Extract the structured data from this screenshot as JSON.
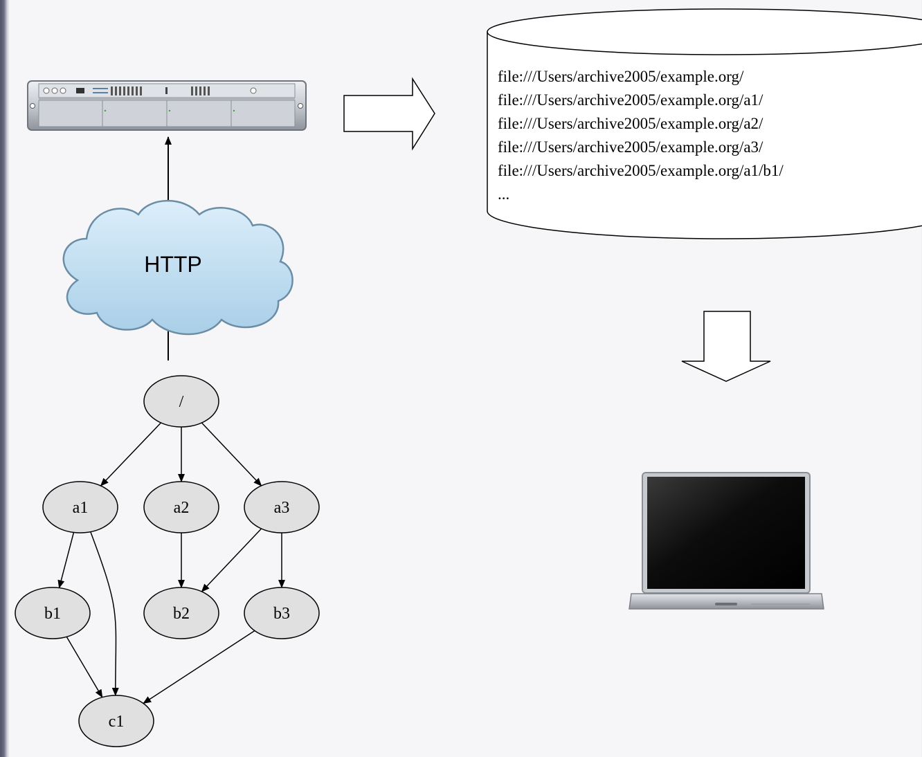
{
  "cloud_label": "HTTP",
  "archive_lines": [
    "file:///Users/archive2005/example.org/",
    "file:///Users/archive2005/example.org/a1/",
    "file:///Users/archive2005/example.org/a2/",
    "file:///Users/archive2005/example.org/a3/",
    "file:///Users/archive2005/example.org/a1/b1/",
    "..."
  ],
  "graph": {
    "nodes": [
      {
        "id": "root",
        "label": "/"
      },
      {
        "id": "a1",
        "label": "a1"
      },
      {
        "id": "a2",
        "label": "a2"
      },
      {
        "id": "a3",
        "label": "a3"
      },
      {
        "id": "b1",
        "label": "b1"
      },
      {
        "id": "b2",
        "label": "b2"
      },
      {
        "id": "b3",
        "label": "b3"
      },
      {
        "id": "c1",
        "label": "c1"
      }
    ],
    "edges": [
      [
        "root",
        "a1"
      ],
      [
        "root",
        "a2"
      ],
      [
        "root",
        "a3"
      ],
      [
        "a1",
        "b1"
      ],
      [
        "a1",
        "c1"
      ],
      [
        "a2",
        "b2"
      ],
      [
        "a3",
        "b2"
      ],
      [
        "a3",
        "b3"
      ],
      [
        "b1",
        "c1"
      ],
      [
        "b3",
        "c1"
      ]
    ]
  },
  "colors": {
    "node_fill": "#e0e0e0",
    "cloud_fill": "#b4d6ec",
    "cloud_stroke": "#6b8ea6"
  }
}
